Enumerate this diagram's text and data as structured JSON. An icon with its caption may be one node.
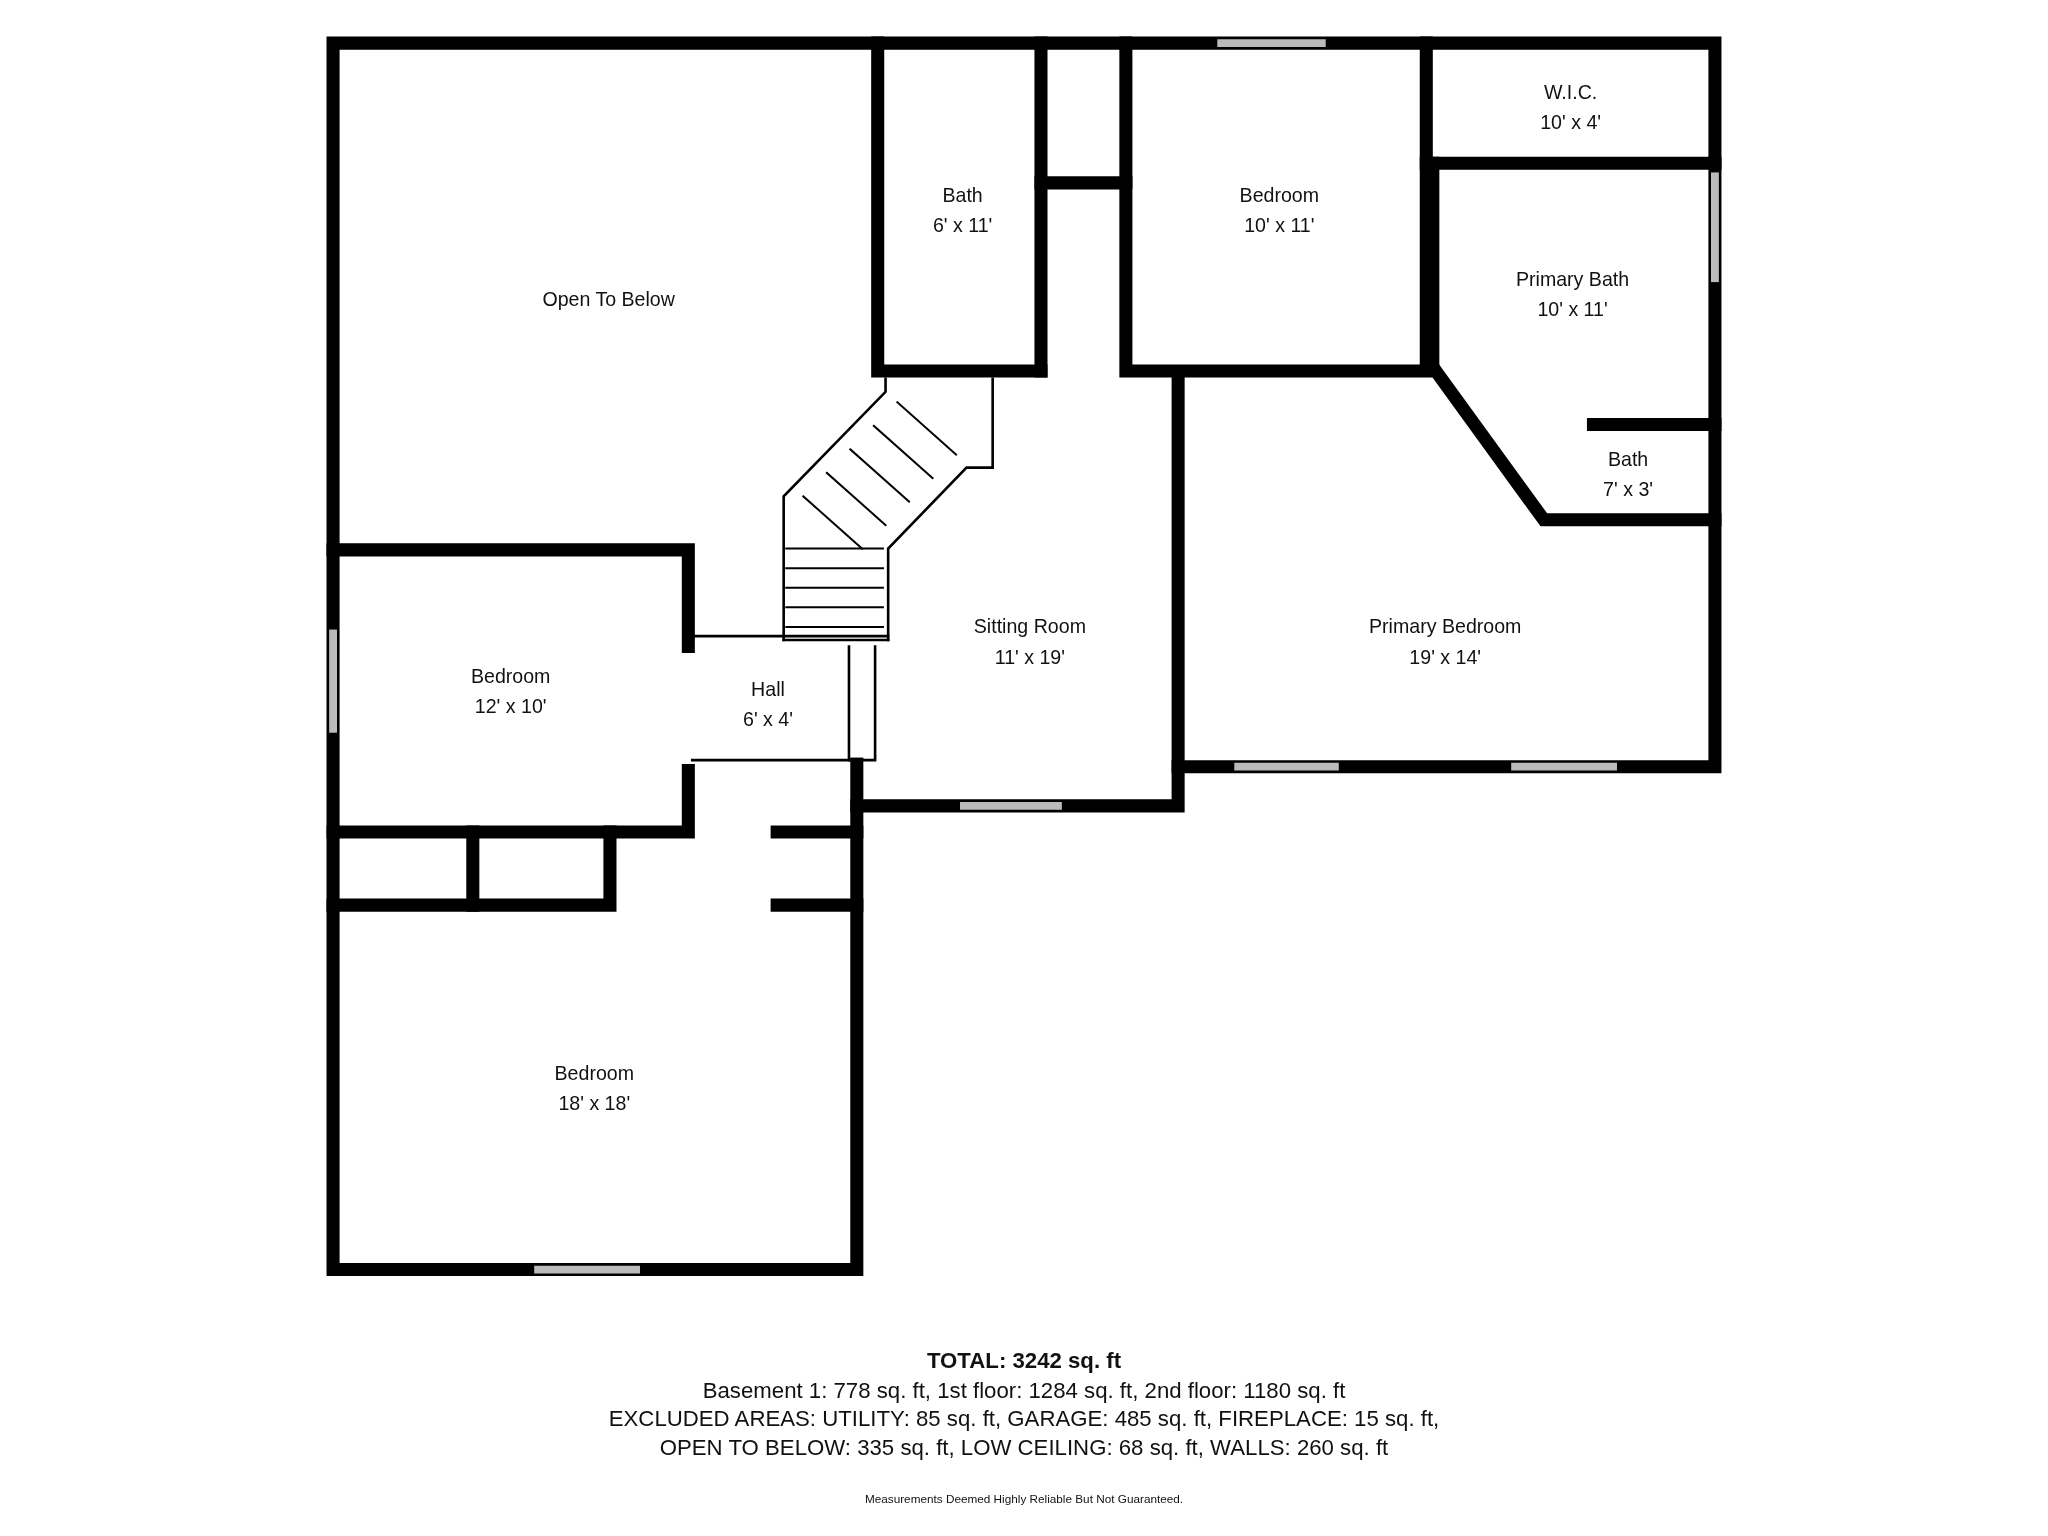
{
  "diagram": {
    "nodes": [
      {
        "text": [
          "Open To Below"
        ]
      },
      {
        "text": [
          "Bath",
          "6' x 11'"
        ]
      },
      {
        "text": [
          "Bedroom",
          "10' x 11'"
        ]
      },
      {
        "text": [
          "W.I.C.",
          "10' x 4'"
        ]
      },
      {
        "text": [
          "Primary Bath",
          "10' x 11'"
        ]
      },
      {
        "text": [
          "Bath",
          "7' x 3'"
        ]
      },
      {
        "text": [
          "Sitting Room",
          "11' x 19'"
        ]
      },
      {
        "text": [
          "Primary Bedroom",
          "19' x 14'"
        ]
      },
      {
        "text": [
          "Bedroom",
          "12' x 10'"
        ]
      },
      {
        "text": [
          "Hall",
          "6' x 4'"
        ]
      },
      {
        "text": [
          "Bedroom",
          "18' x 18'"
        ]
      }
    ],
    "edges": [],
    "labels": [
      "TOTAL: 3242 sq. ft",
      "Basement 1: 778 sq. ft, 1st floor: 1284 sq. ft, 2nd floor: 1180 sq. ft",
      "EXCLUDED AREAS: UTILITY: 85 sq. ft, GARAGE: 485 sq. ft, FIREPLACE: 15 sq. ft,",
      "OPEN TO BELOW: 335 sq. ft, LOW CEILING: 68 sq. ft, WALLS: 260 sq. ft",
      "Measurements Deemed Highly Reliable But Not Guaranteed."
    ]
  }
}
